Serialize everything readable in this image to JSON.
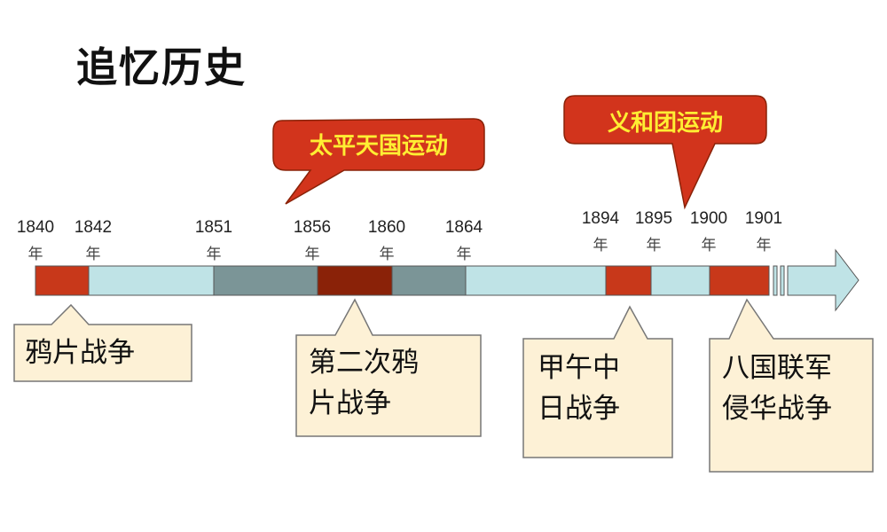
{
  "title": "追忆历史",
  "colors": {
    "red_segment": "#c8381a",
    "dark_red_segment": "#8a2208",
    "light_segment": "#bfe3e6",
    "gray_segment": "#7b9597",
    "bubble": "#d2341c",
    "bubble_text": "#ffee33",
    "note_box": "#fdf1d6"
  },
  "years": [
    {
      "year": "1840",
      "unit": "年"
    },
    {
      "year": "1842",
      "unit": "年"
    },
    {
      "year": "1851",
      "unit": "年"
    },
    {
      "year": "1856",
      "unit": "年"
    },
    {
      "year": "1860",
      "unit": "年"
    },
    {
      "year": "1864",
      "unit": "年"
    },
    {
      "year": "1894",
      "unit": "年"
    },
    {
      "year": "1895",
      "unit": "年"
    },
    {
      "year": "1900",
      "unit": "年"
    },
    {
      "year": "1901",
      "unit": "年"
    }
  ],
  "bubbles": [
    {
      "label": "太平天国运动"
    },
    {
      "label": "义和团运动"
    }
  ],
  "notes": [
    {
      "lines": [
        "鸦片战争"
      ]
    },
    {
      "lines": [
        "第二次鸦",
        "片战争"
      ]
    },
    {
      "lines": [
        "甲午中",
        "日战争"
      ]
    },
    {
      "lines": [
        "八国联军",
        "侵华战争"
      ]
    }
  ]
}
